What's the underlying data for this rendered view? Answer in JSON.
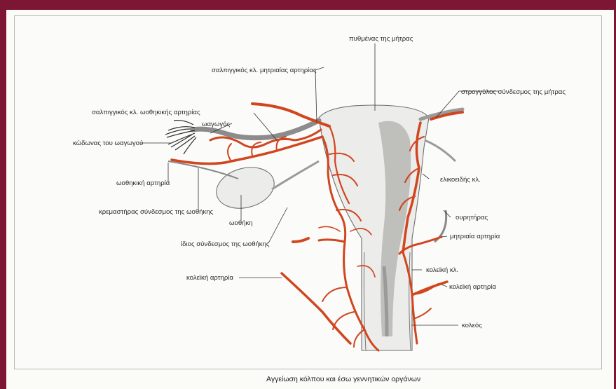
{
  "labels": {
    "fundus": "πυθμένας της μήτρας",
    "tubal_uterine": "σαλπιγγικός κλ. μητριαίας αρτηρίας",
    "round_ligament": "στρογγύλος σύνδεσμος της μήτρας",
    "tubal_ovarian": "σαλπιγγικός κλ. ωοθηκικής αρτηρίας",
    "oviduct": "ωαγωγός",
    "fimbria": "κώδωνας του ωαγωγού",
    "ovarian_artery": "ωοθηκική αρτηρία",
    "helicine": "ελικοειδής κλ.",
    "suspensory_ligament": "κρεμαστήρας σύνδεσμος της ωοθήκης",
    "ureter": "ουρητήρας",
    "ovary": "ωοθήκη",
    "uterine_artery": "μητριαία αρτηρία",
    "ovarian_ligament": "ίδιος σύνδεσμος της ωοθήκης",
    "vaginal_branch": "κολεϊκή κλ.",
    "vaginal_artery_left": "κολεϊκή αρτηρία",
    "vaginal_artery_right": "κολεϊκή αρτηρία",
    "vagina": "κολεός"
  },
  "caption": "Αγγείωση κόλπου και έσω γεννητικών οργάνων",
  "colors": {
    "frame": "#7d1535",
    "artery": "#d1451f"
  }
}
